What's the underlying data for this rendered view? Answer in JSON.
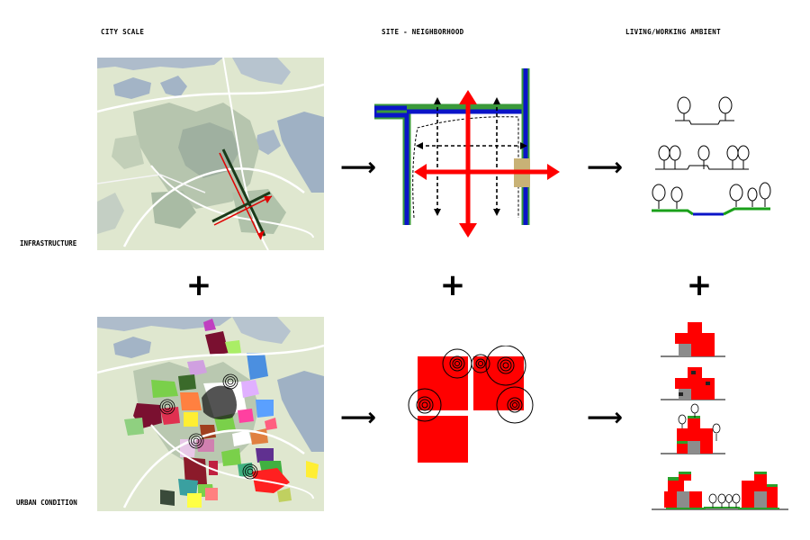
{
  "headers": {
    "city_scale": "CITY SCALE",
    "site_neighborhood": "SITE - NEIGHBORHOOD",
    "living_working": "LIVING/WORKING AMBIENT"
  },
  "row_labels": {
    "infrastructure": "INFRASTRUCTURE",
    "urban_condition": "URBAN CONDITION"
  },
  "operators": {
    "plus": "+",
    "arrow": "⟶"
  },
  "colors": {
    "map_land": "#dfe7cf",
    "map_water": "#9fb1c4",
    "canal_blue": "#0a14c8",
    "edge_green": "#3a9a3a",
    "route_red": "#ff0000",
    "block_red": "#ff0000",
    "block_gray": "#8c8c8c",
    "tree_green": "#1aa01a",
    "site_tan": "#c8b276"
  }
}
